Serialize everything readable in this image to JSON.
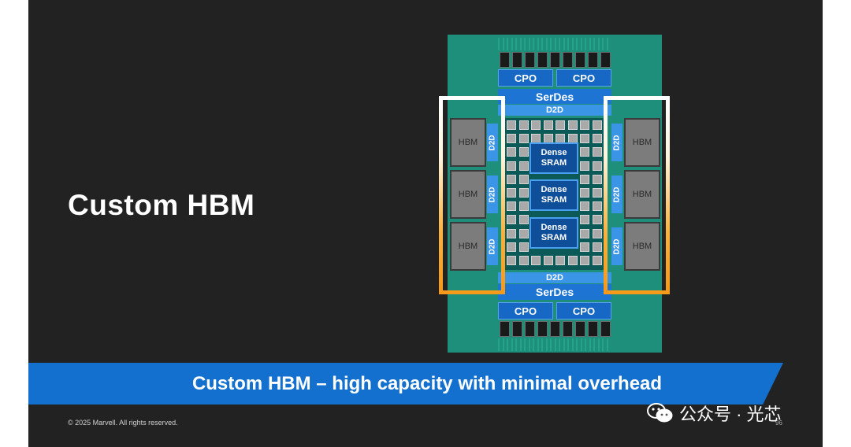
{
  "slide": {
    "title": "Custom HBM",
    "banner_text": "Custom HBM – high capacity with minimal overhead",
    "copyright": "© 2025 Marvell. All rights reserved.",
    "page_number": "96"
  },
  "diagram": {
    "cpo_label": "CPO",
    "serdes_label": "SerDes",
    "d2d_label": "D2D",
    "hbm_label": "HBM",
    "sram_line1": "Dense",
    "sram_line2": "SRAM"
  },
  "watermark": {
    "icon": "wechat-icon",
    "text": "公众号 · 光芯"
  },
  "colors": {
    "background": "#222222",
    "substrate": "#1e8f7a",
    "serdes_blue": "#1d74d3",
    "banner_blue": "#1470cf",
    "highlight_orange": "#f59a1a"
  }
}
